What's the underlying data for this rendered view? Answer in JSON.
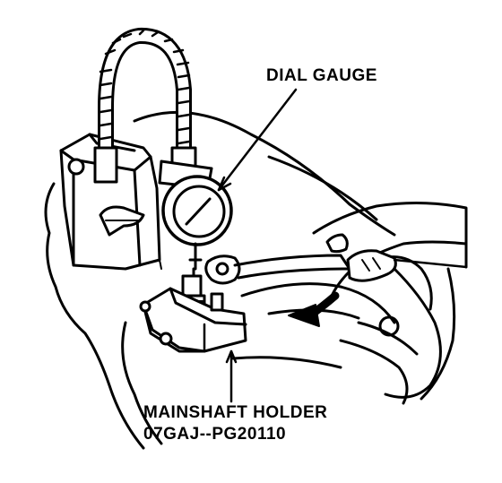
{
  "labels": {
    "dial_gauge": "DIAL GAUGE",
    "mainshaft_holder": "MAINSHAFT HOLDER",
    "part_number": "07GAJ--PG20110"
  },
  "colors": {
    "ink": "#000000",
    "paper": "#ffffff"
  }
}
